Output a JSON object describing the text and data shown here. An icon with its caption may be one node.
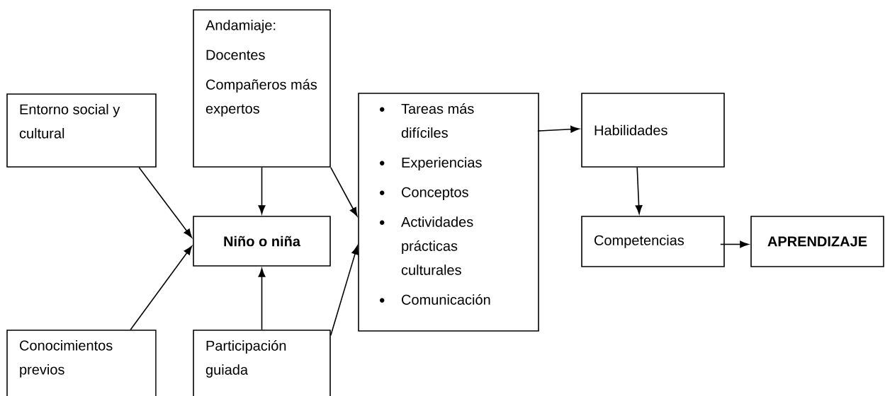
{
  "diagram": {
    "nodes": [
      {
        "text": [
          "Entorno social y cultural"
        ]
      },
      {
        "text": [
          "Andamiaje:",
          "Docentes",
          "Compañeros más expertos"
        ]
      },
      {
        "text": [
          "Niño o niña"
        ]
      },
      {
        "text": [
          "Tareas más difíciles",
          "Experiencias",
          "Conceptos",
          "Actividades prácticas culturales",
          "Comunicación"
        ]
      },
      {
        "text": [
          "Habilidades"
        ]
      },
      {
        "text": [
          "Competencias"
        ]
      },
      {
        "text": [
          "APRENDIZAJE"
        ]
      },
      {
        "text": [
          "Conocimientos previos"
        ]
      },
      {
        "text": [
          "Participación guiada"
        ]
      }
    ],
    "edges": [
      {
        "from": 0,
        "to": 2,
        "arrow": "to"
      },
      {
        "from": 7,
        "to": 2,
        "arrow": "to"
      },
      {
        "from": 1,
        "to": 2,
        "arrow": "to"
      },
      {
        "from": 8,
        "to": 2,
        "arrow": "to"
      },
      {
        "from": 1,
        "to": 3,
        "arrow": "to"
      },
      {
        "from": 8,
        "to": 3,
        "arrow": "to"
      },
      {
        "from": 3,
        "to": 4,
        "arrow": "to"
      },
      {
        "from": 4,
        "to": 5,
        "arrow": "to"
      },
      {
        "from": 5,
        "to": 6,
        "arrow": "to"
      }
    ]
  }
}
